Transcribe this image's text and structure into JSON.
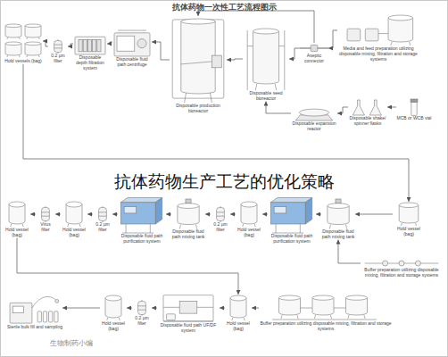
{
  "diagram": {
    "title": "抗体药物一次性工艺流程图示",
    "nodes": [
      {
        "text": [
          "Hold vessels (bag)"
        ]
      },
      {
        "text": [
          "0.2 µm filter"
        ]
      },
      {
        "text": [
          "Disposable depth filtration system"
        ]
      },
      {
        "text": [
          "Disposable fluid path centrifuge"
        ]
      },
      {
        "text": [
          "Disposable production bioreactor"
        ]
      },
      {
        "text": [
          "Disposable seed bioreactor"
        ]
      },
      {
        "text": [
          "Aseptic connector"
        ]
      },
      {
        "text": [
          "Media and feed preparation utilizing disposable mixing, filtration and storage systems"
        ]
      },
      {
        "text": [
          "Disposable expansion reactor"
        ]
      },
      {
        "text": [
          "Disposable shake/ spinner flasks"
        ]
      },
      {
        "text": [
          "MCB or WCB vial"
        ]
      },
      {
        "text": [
          "Hold vessel (bag)"
        ]
      },
      {
        "text": [
          "Virus filter"
        ]
      },
      {
        "text": [
          "Hold vessel (bag)"
        ]
      },
      {
        "text": [
          "0.2 µm filter"
        ]
      },
      {
        "text": [
          "Disposable fluid path purification system"
        ]
      },
      {
        "text": [
          "Disposable fluid path mixing tank"
        ]
      },
      {
        "text": [
          "0.2 µm filter"
        ]
      },
      {
        "text": [
          "Hold vessel (bag)"
        ]
      },
      {
        "text": [
          "Disposable fluid path purification system"
        ]
      },
      {
        "text": [
          "Disposable fluid path mixing tank"
        ]
      },
      {
        "text": [
          "Hold vessel (bag)"
        ]
      },
      {
        "text": [
          "Buffer preparation utilizing disposable mixing, filtration and storage systems"
        ]
      },
      {
        "text": [
          "Sterile bulk fill and sampling"
        ]
      },
      {
        "text": [
          "Hold vessel (bag)"
        ]
      },
      {
        "text": [
          "0.2 µm filter"
        ]
      },
      {
        "text": [
          "Disposable fluid path UF/DF system"
        ]
      },
      {
        "text": [
          "Hold vessel (bag)"
        ]
      },
      {
        "text": [
          "Buffer preparation utilizing disposable mixing, filtration and storage systems"
        ]
      }
    ],
    "edges": [
      {
        "from": 10,
        "to": 9,
        "arrow": "to"
      },
      {
        "from": 9,
        "to": 8,
        "arrow": "to"
      },
      {
        "from": 8,
        "to": 5,
        "arrow": "to"
      },
      {
        "from": 5,
        "to": 4,
        "arrow": "to"
      },
      {
        "from": 7,
        "to": 6,
        "arrow": "to"
      },
      {
        "from": 6,
        "to": 5,
        "arrow": "to"
      },
      {
        "from": 6,
        "to": 4,
        "arrow": "to"
      },
      {
        "from": 4,
        "to": 3,
        "arrow": "to"
      },
      {
        "from": 3,
        "to": 2,
        "arrow": "to"
      },
      {
        "from": 2,
        "to": 1,
        "arrow": "to"
      },
      {
        "from": 1,
        "to": 0,
        "arrow": "to"
      },
      {
        "from": 0,
        "to": 21,
        "arrow": "to"
      },
      {
        "from": 21,
        "to": 20,
        "arrow": "to"
      },
      {
        "from": 20,
        "to": 19,
        "arrow": "to"
      },
      {
        "from": 19,
        "to": 18,
        "arrow": "to"
      },
      {
        "from": 18,
        "to": 17,
        "arrow": "to"
      },
      {
        "from": 17,
        "to": 16,
        "arrow": "to"
      },
      {
        "from": 16,
        "to": 15,
        "arrow": "to"
      },
      {
        "from": 15,
        "to": 14,
        "arrow": "to"
      },
      {
        "from": 14,
        "to": 13,
        "arrow": "to"
      },
      {
        "from": 13,
        "to": 12,
        "arrow": "to"
      },
      {
        "from": 12,
        "to": 11,
        "arrow": "to"
      },
      {
        "from": 22,
        "to": 20,
        "arrow": "to"
      },
      {
        "from": 11,
        "to": 27,
        "arrow": "to"
      },
      {
        "from": 28,
        "to": 27,
        "arrow": "to"
      },
      {
        "from": 27,
        "to": 26,
        "arrow": "to"
      },
      {
        "from": 26,
        "to": 25,
        "arrow": "to"
      },
      {
        "from": 25,
        "to": 24,
        "arrow": "to"
      },
      {
        "from": 24,
        "to": 23,
        "arrow": "to"
      }
    ],
    "labels": [
      "抗体药物生产工艺的优化策略",
      "生物制药小编"
    ]
  }
}
